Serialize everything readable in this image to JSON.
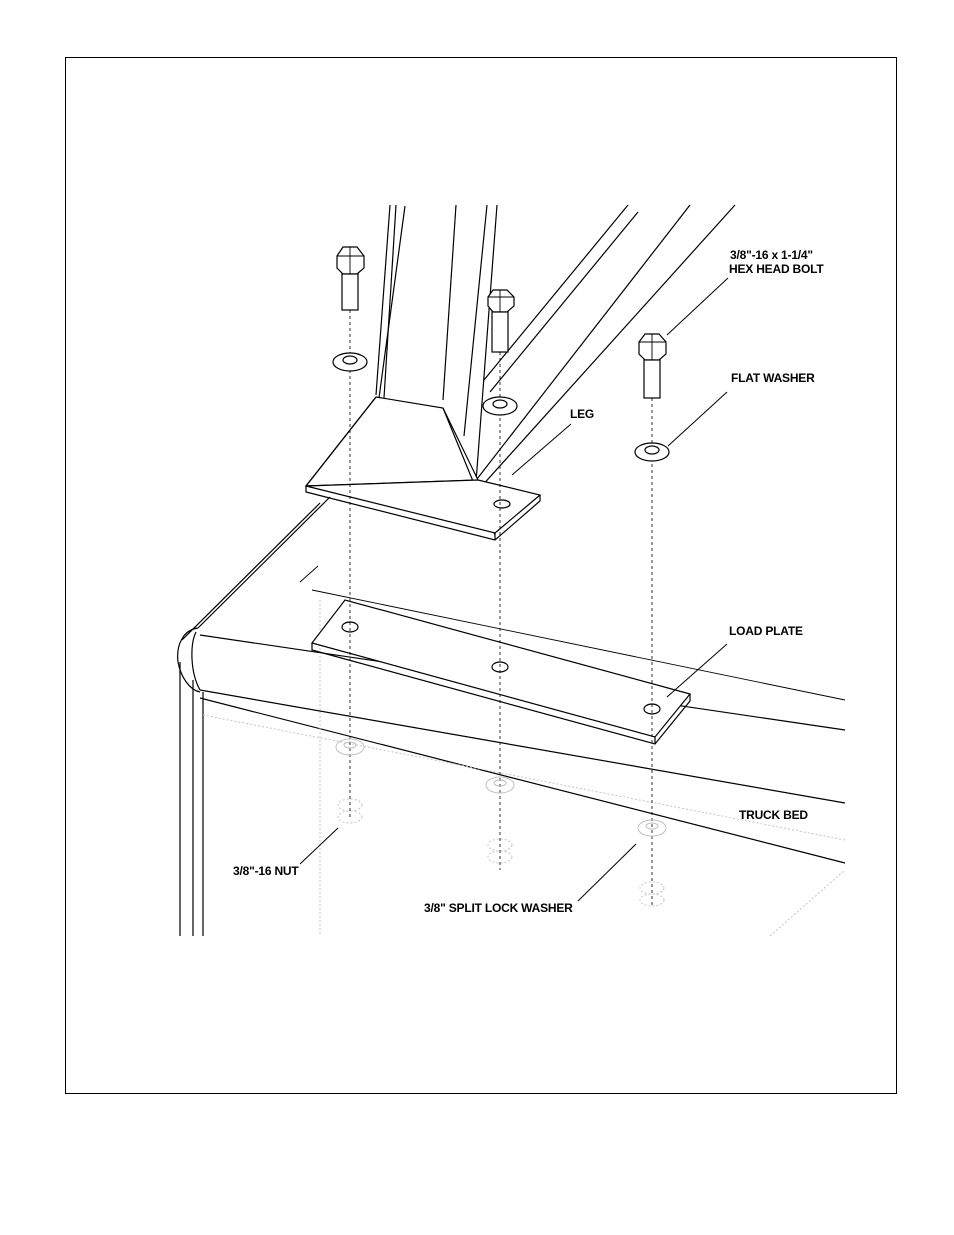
{
  "labels": {
    "bolt_line1": "3/8\"-16 x 1-1/4\"",
    "bolt_line2": "HEX HEAD BOLT",
    "flat_washer": "FLAT WASHER",
    "leg": "LEG",
    "load_plate": "LOAD PLATE",
    "truck_bed": "TRUCK BED",
    "nut": "3/8\"-16 NUT",
    "split_lock_washer": "3/8\" SPLIT LOCK WASHER"
  }
}
